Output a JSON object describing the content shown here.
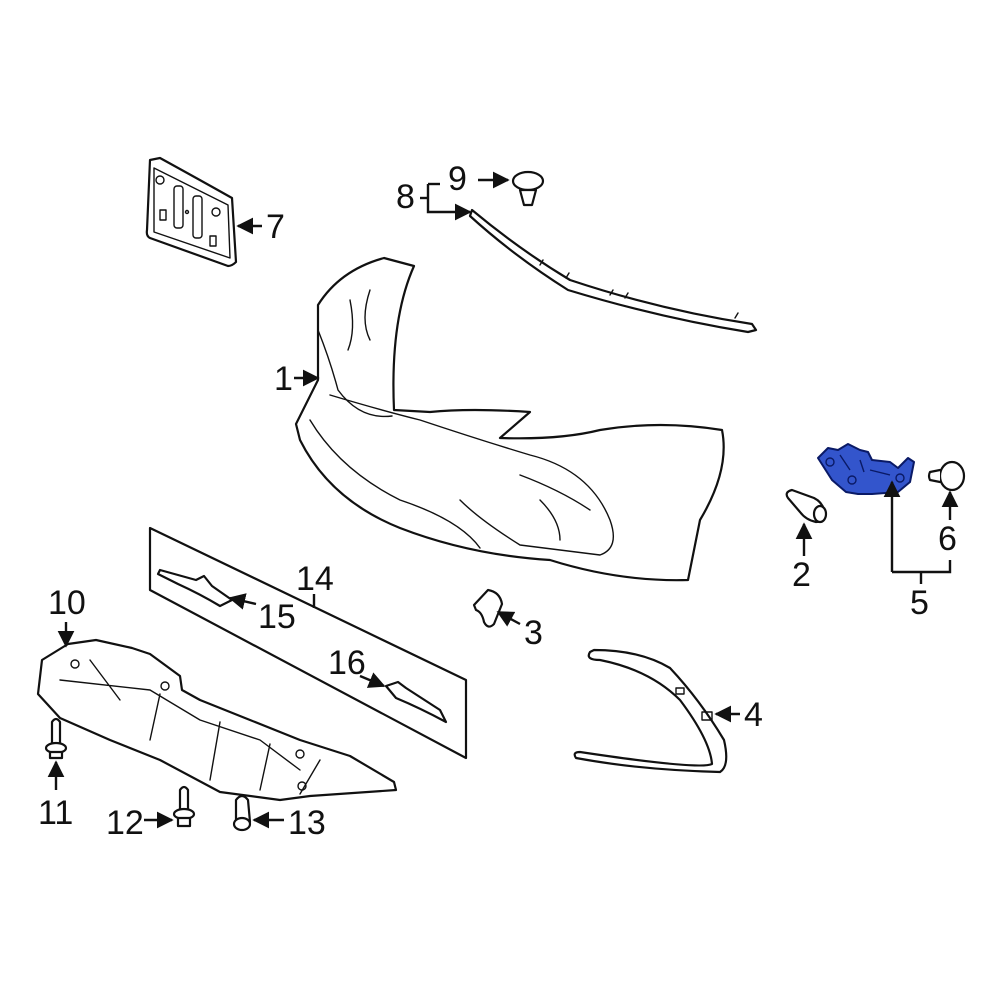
{
  "diagram": {
    "highlight_color": "#3355cc",
    "line_color": "#111111",
    "background": "#ffffff",
    "highlighted_part": "5",
    "callouts": [
      {
        "id": "1",
        "label": "1",
        "part": "bumper-cover"
      },
      {
        "id": "2",
        "label": "2",
        "part": "push-clip"
      },
      {
        "id": "3",
        "label": "3",
        "part": "small-cover-piece"
      },
      {
        "id": "4",
        "label": "4",
        "part": "fog-lamp-trim-bezel"
      },
      {
        "id": "5",
        "label": "5",
        "part": "bumper-side-bracket-assembly"
      },
      {
        "id": "6",
        "label": "6",
        "part": "retainer-clip"
      },
      {
        "id": "7",
        "label": "7",
        "part": "license-plate-bracket"
      },
      {
        "id": "8",
        "label": "8",
        "part": "upper-moulding-strip"
      },
      {
        "id": "9",
        "label": "9",
        "part": "push-retainer"
      },
      {
        "id": "10",
        "label": "10",
        "part": "splash-shield"
      },
      {
        "id": "11",
        "label": "11",
        "part": "bolt"
      },
      {
        "id": "12",
        "label": "12",
        "part": "screw"
      },
      {
        "id": "13",
        "label": "13",
        "part": "clip"
      },
      {
        "id": "14",
        "label": "14",
        "part": "deflector-assembly"
      },
      {
        "id": "15",
        "label": "15",
        "part": "deflector-left"
      },
      {
        "id": "16",
        "label": "16",
        "part": "deflector-right"
      }
    ]
  }
}
